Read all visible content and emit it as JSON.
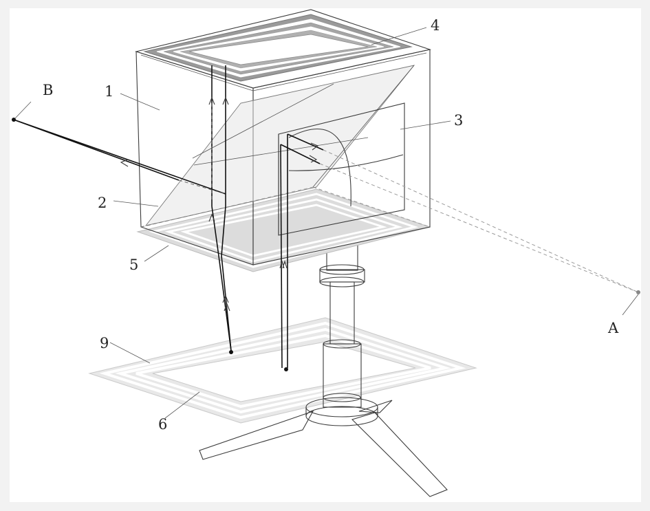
{
  "labels": {
    "l1": "1",
    "l2": "2",
    "l3": "3",
    "l4": "4",
    "l5": "5",
    "l6": "6",
    "l9": "9",
    "lA": "A",
    "lB": "B"
  }
}
